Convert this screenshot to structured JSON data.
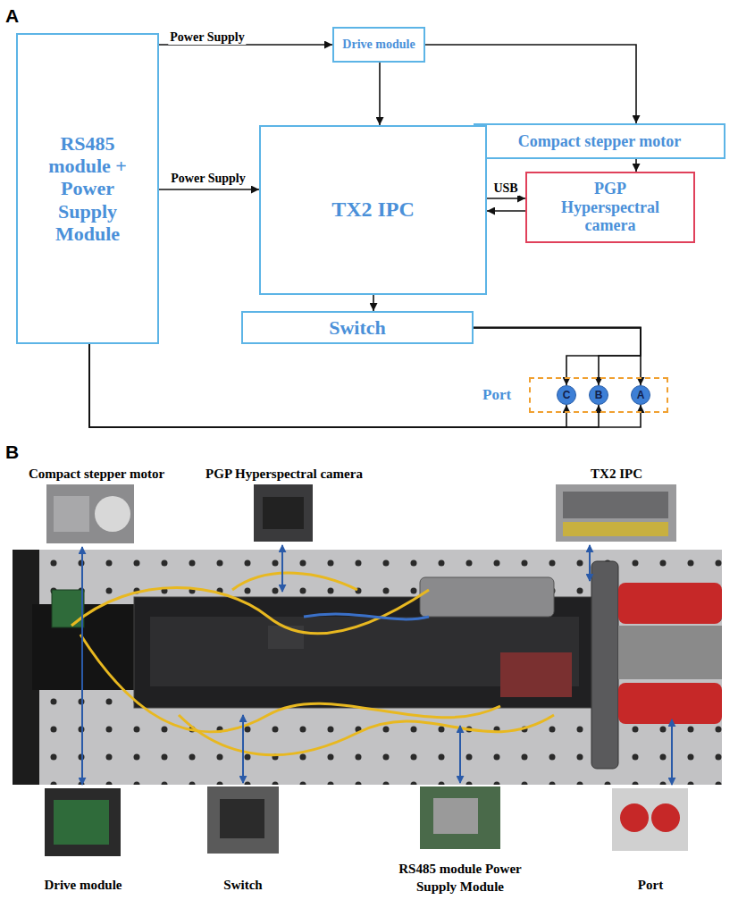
{
  "diagram": {
    "nodes": [
      {
        "text": [
          "RS485 module + Power Supply Module"
        ]
      },
      {
        "text": [
          "Drive module"
        ]
      },
      {
        "text": [
          "Compact stepper motor"
        ]
      },
      {
        "text": [
          "TX2 IPC"
        ]
      },
      {
        "text": [
          "PGP Hyperspectral camera"
        ]
      },
      {
        "text": [
          "Switch"
        ]
      },
      {
        "text": [
          "Port"
        ]
      },
      {
        "text": [
          "C"
        ],
        "in": 6
      },
      {
        "text": [
          "B"
        ],
        "in": 6
      },
      {
        "text": [
          "A"
        ],
        "in": 6
      }
    ],
    "edges": [
      {
        "from": 0,
        "to": 1,
        "label": "Power Supply",
        "arrow": "to"
      },
      {
        "from": 0,
        "to": 3,
        "label": "Power Supply",
        "arrow": "to"
      },
      {
        "from": 1,
        "to": 3,
        "arrow": "to"
      },
      {
        "from": 1,
        "to": 2,
        "arrow": "to"
      },
      {
        "from": 2,
        "to": 4,
        "arrow": "to"
      },
      {
        "from": 3,
        "to": 4,
        "label": "USB",
        "arrow": "to"
      },
      {
        "from": 4,
        "to": 3,
        "arrow": "to"
      },
      {
        "from": 3,
        "to": 5,
        "arrow": "to"
      },
      {
        "from": 5,
        "to": 7,
        "arrow": "to"
      },
      {
        "from": 5,
        "to": 8,
        "arrow": "to"
      },
      {
        "from": 5,
        "to": 9,
        "arrow": "to"
      },
      {
        "from": 0,
        "to": 7,
        "arrow": "to"
      },
      {
        "from": 0,
        "to": 8,
        "arrow": "to"
      },
      {
        "from": 0,
        "to": 9,
        "arrow": "to"
      }
    ],
    "labels": [
      "A",
      "B",
      "Compact stepper motor",
      "PGP Hyperspectral camera",
      "TX2 IPC",
      "Drive module",
      "Switch",
      "RS485 module Power Supply Module",
      "Port"
    ]
  }
}
